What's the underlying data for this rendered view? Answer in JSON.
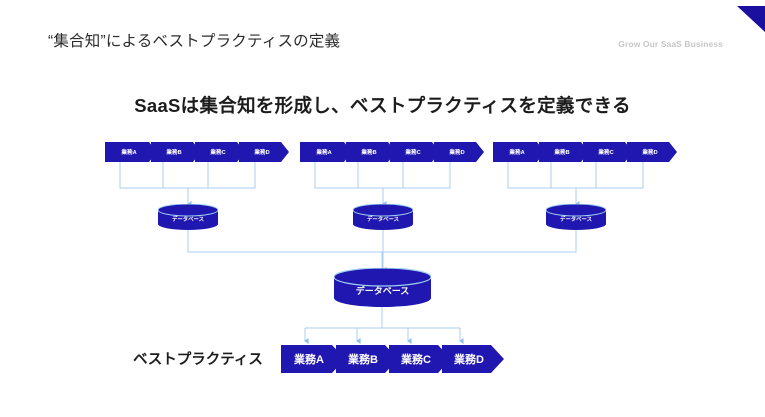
{
  "header": {
    "title": "“集合知”によるベストプラクティスの定義",
    "tagline": "Grow Our SaaS Business",
    "corner_logo_color": "#1a0f9e"
  },
  "main_title": "SaaSは集合知を形成し、ベストプラクティスを定義できる",
  "colors": {
    "brand_blue": "#2017b0",
    "brand_blue_dark": "#1a0f9e",
    "connector": "#a8cdf0",
    "text_dark": "#1c1c1c",
    "tagline_gray": "#c7c7c7"
  },
  "diagram": {
    "groups": [
      {
        "id": "group-1",
        "processes": [
          {
            "label": "業務A"
          },
          {
            "label": "業務B"
          },
          {
            "label": "業務C"
          },
          {
            "label": "業務D"
          }
        ],
        "database": {
          "label": "データベース"
        }
      },
      {
        "id": "group-2",
        "processes": [
          {
            "label": "業務A"
          },
          {
            "label": "業務B"
          },
          {
            "label": "業務C"
          },
          {
            "label": "業務D"
          }
        ],
        "database": {
          "label": "データベース"
        }
      },
      {
        "id": "group-3",
        "processes": [
          {
            "label": "業務A"
          },
          {
            "label": "業務B"
          },
          {
            "label": "業務C"
          },
          {
            "label": "業務D"
          }
        ],
        "database": {
          "label": "データベース"
        }
      }
    ],
    "central_database": {
      "label": "データベース"
    },
    "best_practice": {
      "label": "ベストプラクティス",
      "processes": [
        {
          "label": "業務A"
        },
        {
          "label": "業務B"
        },
        {
          "label": "業務C"
        },
        {
          "label": "業務D"
        }
      ]
    }
  }
}
